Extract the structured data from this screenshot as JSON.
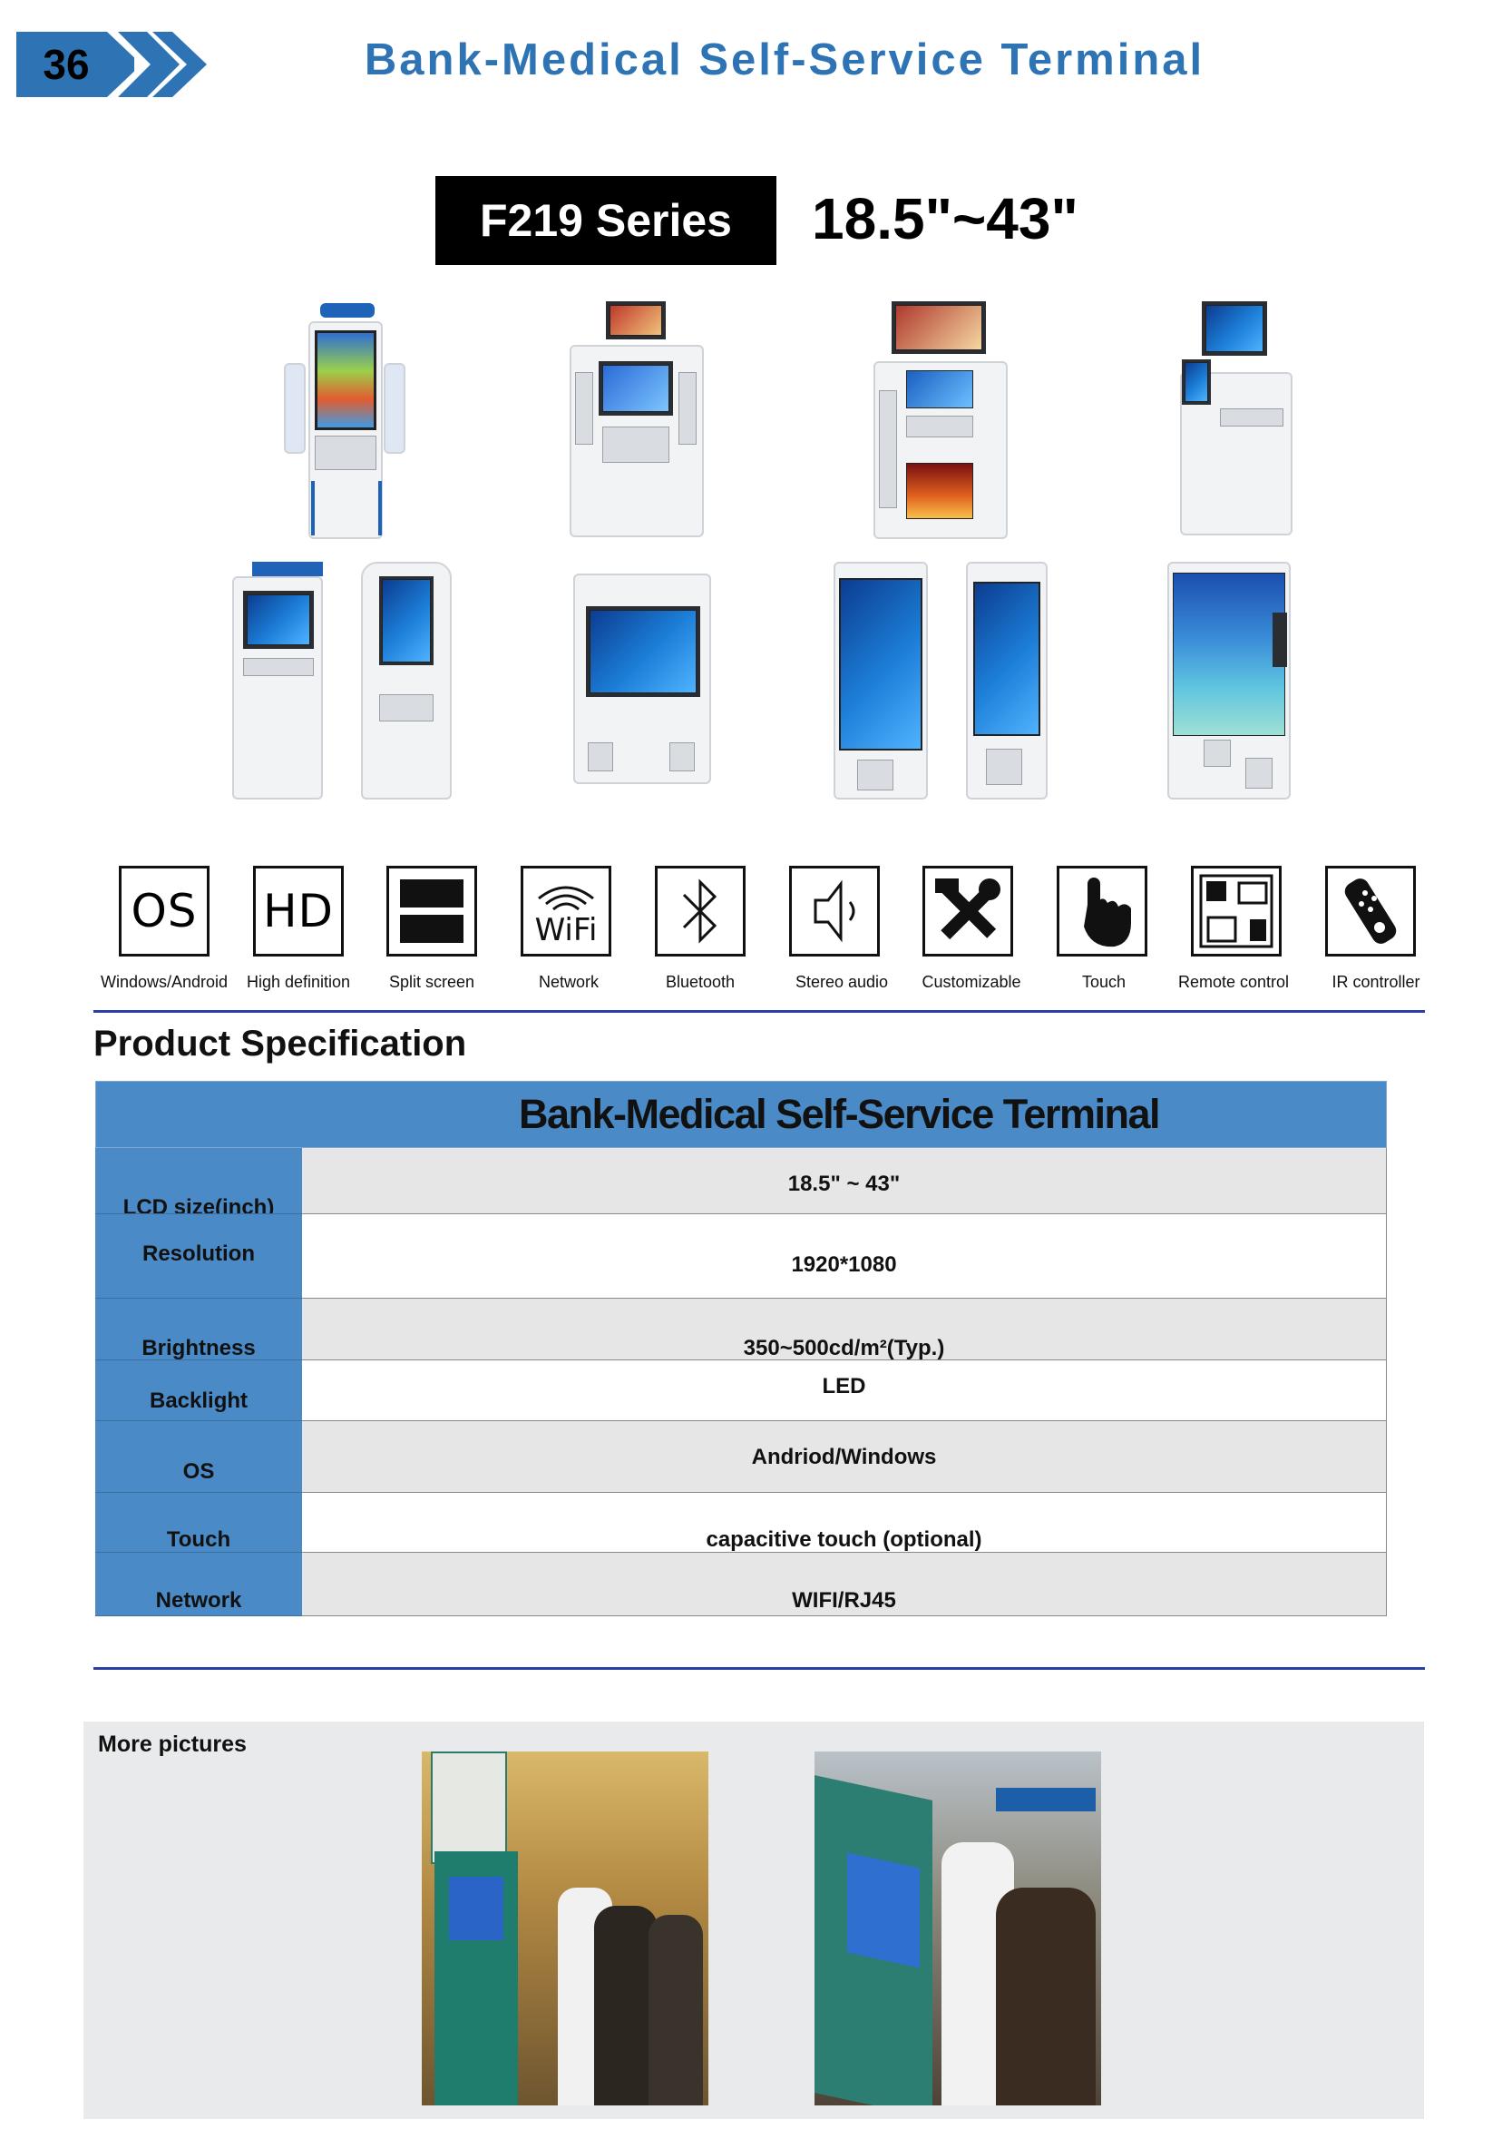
{
  "header": {
    "page_number": "36",
    "title": "Bank-Medical Self-Service Terminal"
  },
  "series": {
    "name": "F219 Series",
    "size_range": "18.5\"~43\""
  },
  "products": [
    {
      "name": "dual-wing-medical-kiosk"
    },
    {
      "name": "top-display-printer-kiosk"
    },
    {
      "name": "top-display-multi-module-kiosk"
    },
    {
      "name": "desktop-side-screen-kiosk"
    },
    {
      "name": "floor-standing-kiosk-pair"
    },
    {
      "name": "wall-mount-landscape-kiosk"
    },
    {
      "name": "portrait-screen-kiosk-pair"
    },
    {
      "name": "portrait-medical-app-kiosk"
    }
  ],
  "features": [
    {
      "icon": "os-icon",
      "glyph": "OS",
      "label": "Windows/Android"
    },
    {
      "icon": "hd-icon",
      "glyph": "HD",
      "label": "High  definition"
    },
    {
      "icon": "split-screen-icon",
      "glyph": "",
      "label": "Split screen"
    },
    {
      "icon": "wifi-icon",
      "glyph": "WiFi",
      "label": "Network"
    },
    {
      "icon": "bluetooth-icon",
      "glyph": "",
      "label": "Bluetooth"
    },
    {
      "icon": "speaker-icon",
      "glyph": "",
      "label": "Stereo audio"
    },
    {
      "icon": "tools-icon",
      "glyph": "",
      "label": "Customizable"
    },
    {
      "icon": "touch-hand-icon",
      "glyph": "",
      "label": "Touch"
    },
    {
      "icon": "remote-control-icon",
      "glyph": "",
      "label": "Remote control"
    },
    {
      "icon": "ir-controller-icon",
      "glyph": "",
      "label": "IR controller"
    }
  ],
  "spec": {
    "heading": "Product  Specification",
    "table_title": "Bank-Medical Self-Service Terminal",
    "rows": [
      {
        "label": "LCD size(inch)",
        "value": "18.5\"  ~ 43\""
      },
      {
        "label": "Resolution",
        "value": "1920*1080"
      },
      {
        "label": "Brightness",
        "value": "350~500cd/m²(Typ.)"
      },
      {
        "label": "Backlight",
        "value": "LED"
      },
      {
        "label": "OS",
        "value": "Andriod/Windows"
      },
      {
        "label": "Touch",
        "value": "capacitive  touch  (optional)"
      },
      {
        "label": "Network",
        "value": "WIFI/RJ45"
      }
    ]
  },
  "more": {
    "label": "More pictures",
    "photos": [
      {
        "name": "hospital-kiosk-photo-1"
      },
      {
        "name": "hospital-kiosk-photo-2"
      }
    ]
  },
  "colors": {
    "brand_blue": "#2e74b5",
    "table_blue": "#4a8ac6",
    "rule_blue": "#2a3fa8"
  }
}
